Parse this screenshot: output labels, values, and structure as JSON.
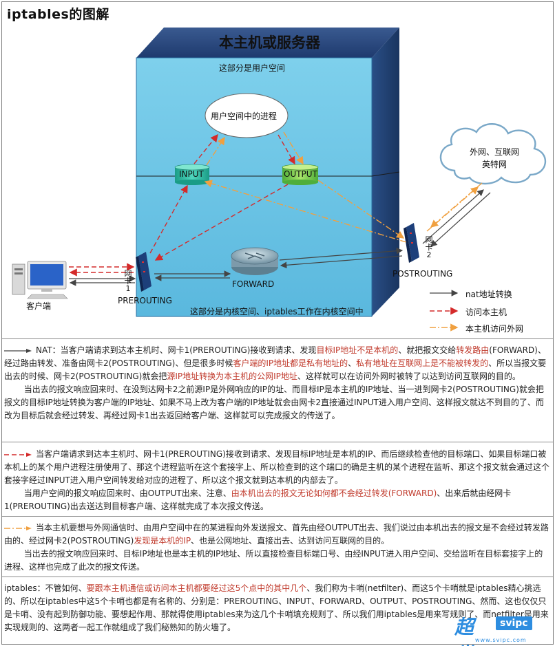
{
  "title": "iptables的图解",
  "diagram": {
    "host_title": "本主机或服务器",
    "user_space": "这部分是用户空间",
    "kernel_space": "这部分是内核空间、iptables工作在内核空间中",
    "process": "用户空间中的进程",
    "input": "INPUT",
    "output": "OUTPUT",
    "forward": "FORWARD",
    "prerouting": "PREROUTING",
    "postrouting": "POSTROUTING",
    "client": "客户端",
    "cloud_line1": "外网、互联网",
    "cloud_line2": "英特网",
    "nic1": "网卡1",
    "nic2": "网卡2",
    "colors": {
      "nat": "#555555",
      "local": "#d42a2a",
      "outbound": "#f0a040",
      "box_front": "#6cc6e6",
      "box_top": "#1e3a6e"
    }
  },
  "legend": {
    "nat": "nat地址转换",
    "local": "访问本主机",
    "outbound": "本主机访问外网"
  },
  "nat": {
    "p1": {
      "a": "NAT：当客户端请求到达本主机时、网卡1(PREROUTING)接收到请求、发现",
      "b": "目标IP地址不是本机的",
      "c": "、就把报文交给",
      "d": "转发路由",
      "e": "(FORWARD)、经过路由转发、准备由网卡2(POSTROUTING)、但是很多时候",
      "f": "客户端的IP地址都是私有地址的",
      "g": "、",
      "h": "私有地址在互联网上是不能被转发的",
      "i": "、所以当报文要出去的时候、网卡2(POSTROUTING)就会把",
      "j": "源IP地址转换为本主机的公网IP地址",
      "k": "、这样就可以在访问外网时被转了以达到访问互联网的目的。"
    },
    "p2": "当出去的报文响应回来时、在没到达网卡2之前源IP是外网响应的IP的址、而目标IP是本主机的IP地址、当一进到网卡2(POSTROUTING)就会把报文的目标IP地址转换为客户端的IP地址、如果不马上改为客户端的IP地址就会由网卡2直接通过INPUT进入用户空间、这样报文就达不到目的了、而改为目标后就会经过转发、再经过网卡1出去返回给客户端、这样就可以完成报文的传送了。"
  },
  "local": {
    "p1": "当客户端请求到达本主机时、网卡1(PREROUTING)接收到请求、发现目标IP地址是本机的IP、而后继续检查他的目标端口、如果目标端口被本机上的某个用户进程注册使用了、那这个进程监听在这个套接字上、所以检查到的这个端口的确是主机的某个进程在监听、那这个报文就会通过这个套接字经过INPUT进入用户空间转发给对应的进程了、所以这个报文就到达本机的内部去了。",
    "p2a": "当用户空间的报文响应回来时、由OUTPUT出来、注意、",
    "p2b": "由本机出去的报文无论如何都不会经过转发(FORWARD)",
    "p2c": "、出来后就由经网卡1(PREROUTING)出去送达到目标客户端、这样就完成了本次报文传送。"
  },
  "outbound": {
    "p1a": "当本主机要想与外网通信时、由用户空间中在的某进程向外发送报文、首先由经OUTPUT出去、我们说过由本机出去的报文是不会经过转发路由的、经过网卡2(POSTROUTING)",
    "p1b": "发现是本机的IP",
    "p1c": "、也是公网地址、直接出去、达到访问互联网的目的。",
    "p2": "当出去的报文响应回来时、目标IP地址也是本主机的IP地址、所以直接检查目标端口号、由经INPUT进入用户空间、交给监听在目标套接字上的进程、这样也完成了此次的报文传送。"
  },
  "summary": {
    "a": "iptables：不管如何、",
    "b": "要跟本主机通信或访问本主机都要经过这5个点中的其中几个",
    "c": "、我们称为卡哨(netfilter)、而这5个卡哨就是iptables精心挑选的、所以在iptables中这5个卡哨也都是有名称的、分别是：PREROUTING、INPUT、FORWARD、OUTPUT、POSTROUTING、然而、这也仅仅只是卡哨、没有起到防御功能、要想起作用、那就得使用iptables来为这几个卡哨填充规则了、所以我们用iptables是用来写规则了、而netfilter是用来实现规则的、这两者一起工作就组成了我们秘熟知的防火墙了。"
  },
  "watermark": {
    "name": "超世",
    "brand": "svipc",
    "url": "www.svipc.com"
  }
}
